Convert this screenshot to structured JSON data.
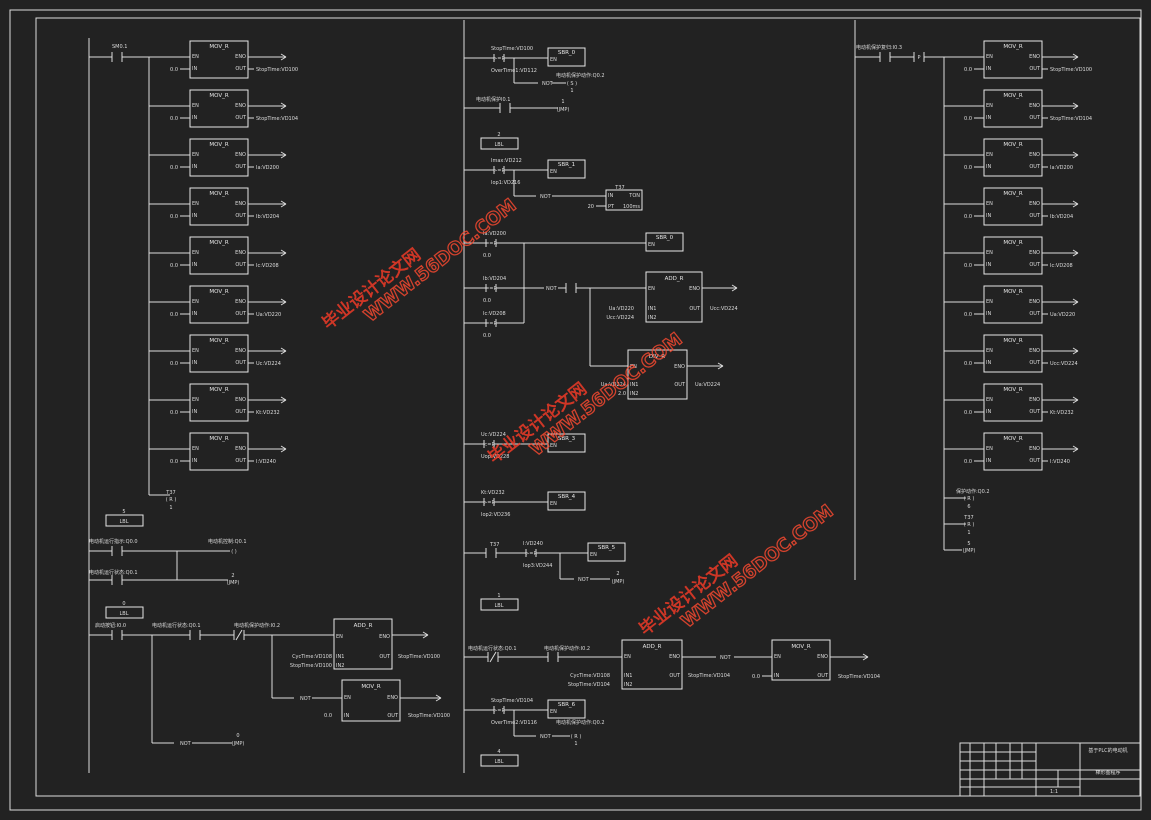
{
  "colors": {
    "background": "#222222",
    "line": "#dcdcdc",
    "watermark": "#ff3c28"
  },
  "left_column": {
    "start_contact": "SM0.1",
    "moves": [
      {
        "title": "MOV_R",
        "in": "0.0",
        "out": "StopTime:VD100"
      },
      {
        "title": "MOV_R",
        "in": "0.0",
        "out": "StopTime:VD104"
      },
      {
        "title": "MOV_R",
        "in": "0.0",
        "out": "Ia:VD200"
      },
      {
        "title": "MOV_R",
        "in": "0.0",
        "out": "Ib:VD204"
      },
      {
        "title": "MOV_R",
        "in": "0.0",
        "out": "Ic:VD208"
      },
      {
        "title": "MOV_R",
        "in": "0.0",
        "out": "Ua:VD220"
      },
      {
        "title": "MOV_R",
        "in": "0.0",
        "out": "Uc:VD224"
      },
      {
        "title": "MOV_R",
        "in": "0.0",
        "out": "Kt:VD232"
      },
      {
        "title": "MOV_R",
        "in": "0.0",
        "out": "I:VD240"
      }
    ],
    "reset_coil": {
      "addr": "T37",
      "type": "( R )",
      "n": "1"
    },
    "lbl5": {
      "n": "5",
      "text": "LBL"
    },
    "rung_a": {
      "contact": "电动机运行指示:Q0.0",
      "coil": "电动机控制:Q0.1",
      "coil_type": "( )"
    },
    "rung_b": {
      "contact": "电动机运行状态:Q0.1",
      "jmp_n": "2",
      "jmp": "(JMP)"
    },
    "lbl0": {
      "n": "0",
      "text": "LBL"
    },
    "rung_c": {
      "c1": "启动按钮:I0.0",
      "c2": "电动机运行状态:Q0.1",
      "c3": "电动机保护动作:I0.2",
      "not": "NOT",
      "add": {
        "title": "ADD_R",
        "in1": "CycTime:VD108",
        "in2": "StopTime:VD100",
        "out": "StopTime:VD100"
      },
      "mov": {
        "title": "MOV_R",
        "in": "0.0",
        "out": "StopTime:VD100"
      },
      "jmp_n": "0",
      "jmp": "(JMP)"
    }
  },
  "middle_column": {
    "cmp1": {
      "a": "StopTime:VD100",
      "op": ">=R",
      "b": "OverTime1:VD112",
      "sbr": "SBR_0",
      "coil_addr": "电动机保护动作:Q0.2",
      "coil": "( S )",
      "coil_n": "1"
    },
    "jmp1": {
      "contact": "电动机保护I0.1",
      "n": "1",
      "jmp": "(JMP)"
    },
    "lbl2": {
      "n": "2",
      "text": "LBL"
    },
    "cmp2": {
      "a": "Imax:VD212",
      "op": ">=R",
      "b": "Iop1:VD216",
      "sbr": "SBR_1",
      "timer": {
        "name": "T37",
        "in": "IN",
        "ton": "TON",
        "pt_val": "20",
        "pt": "PT",
        "base": "100ms"
      }
    },
    "ia": {
      "a": "Ia:VD200",
      "op": "==R",
      "b": "0.0",
      "sbr": "SBR_0"
    },
    "ib": {
      "a": "Ib:VD204",
      "op": "==R",
      "b": "0.0"
    },
    "ic": {
      "a": "Ic:VD208",
      "op": "==R",
      "b": "0.0"
    },
    "add": {
      "title": "ADD_R",
      "in1": "Ua:VD220",
      "in2": "Ucc:VD224",
      "out": "Ucc:VD224"
    },
    "div": {
      "title": "DIV_R",
      "in1": "Ua:VD224",
      "in2": "2.0",
      "out": "Ua:VD224"
    },
    "sbr3": {
      "a": "Uc:VD224",
      "op": "<=R",
      "b": "Uop:VD228",
      "sbr": "SBR_3"
    },
    "sbr4": {
      "a": "Kt:VD232",
      "op": ">=R",
      "b": "Iop2:VD236",
      "sbr": "SBR_4"
    },
    "sbr5": {
      "contact": "T37",
      "a": "I:VD240",
      "op": ">=R",
      "b": "Iop3:VD244",
      "sbr": "SBR_5",
      "jmp_n": "2",
      "jmp": "(JMP)"
    },
    "lbl1": {
      "n": "1",
      "text": "LBL"
    },
    "bot": {
      "c1": "电动机运行状态:Q0.1",
      "c2": "电动机保护动作:I0.2",
      "add": {
        "title": "ADD_R",
        "in1": "CycTime:VD108",
        "in2": "StopTime:VD104",
        "out": "StopTime:VD104"
      },
      "mov": {
        "title": "MOV_R",
        "in": "0.0",
        "out": "StopTime:VD104"
      }
    },
    "cmp6": {
      "a": "StopTime:VD104",
      "op": ">=R",
      "b": "OverTime2:VD116",
      "sbr": "SBR_6",
      "coil_addr": "电动机保护动作:Q0.2",
      "coil": "( R )",
      "coil_n": "1"
    },
    "lbl4": {
      "n": "4",
      "text": "LBL"
    }
  },
  "right_column": {
    "contact": "电动机保护复归:I0.3",
    "pulse": "P",
    "moves": [
      {
        "title": "MOV_R",
        "in": "0.0",
        "out": "StopTime:VD100"
      },
      {
        "title": "MOV_R",
        "in": "0.0",
        "out": "StopTime:VD104"
      },
      {
        "title": "MOV_R",
        "in": "0.0",
        "out": "Ia:VD200"
      },
      {
        "title": "MOV_R",
        "in": "0.0",
        "out": "Ib:VD204"
      },
      {
        "title": "MOV_R",
        "in": "0.0",
        "out": "Ic:VD208"
      },
      {
        "title": "MOV_R",
        "in": "0.0",
        "out": "Ua:VD220"
      },
      {
        "title": "MOV_R",
        "in": "0.0",
        "out": "Ucc:VD224"
      },
      {
        "title": "MOV_R",
        "in": "0.0",
        "out": "Kt:VD232"
      },
      {
        "title": "MOV_R",
        "in": "0.0",
        "out": "I:VD240"
      }
    ],
    "coil1": {
      "addr": "保护动作:Q0.2",
      "type": "( R )",
      "n": "6"
    },
    "coil2": {
      "addr": "T37",
      "type": "( R )",
      "n": "1"
    },
    "jmp": {
      "n": "5",
      "text": "(JMP)"
    }
  },
  "pins": {
    "en": "EN",
    "eno": "ENO",
    "in": "IN",
    "out": "OUT",
    "in1": "IN1",
    "in2": "IN2",
    "not": "NOT"
  },
  "watermark": {
    "cn": "毕业设计论文网",
    "url": "WWW.56DOC.COM"
  },
  "title_block": {
    "project": "基于PLC的电动机",
    "drawing": "梯形图程序",
    "scale": "1:1"
  }
}
